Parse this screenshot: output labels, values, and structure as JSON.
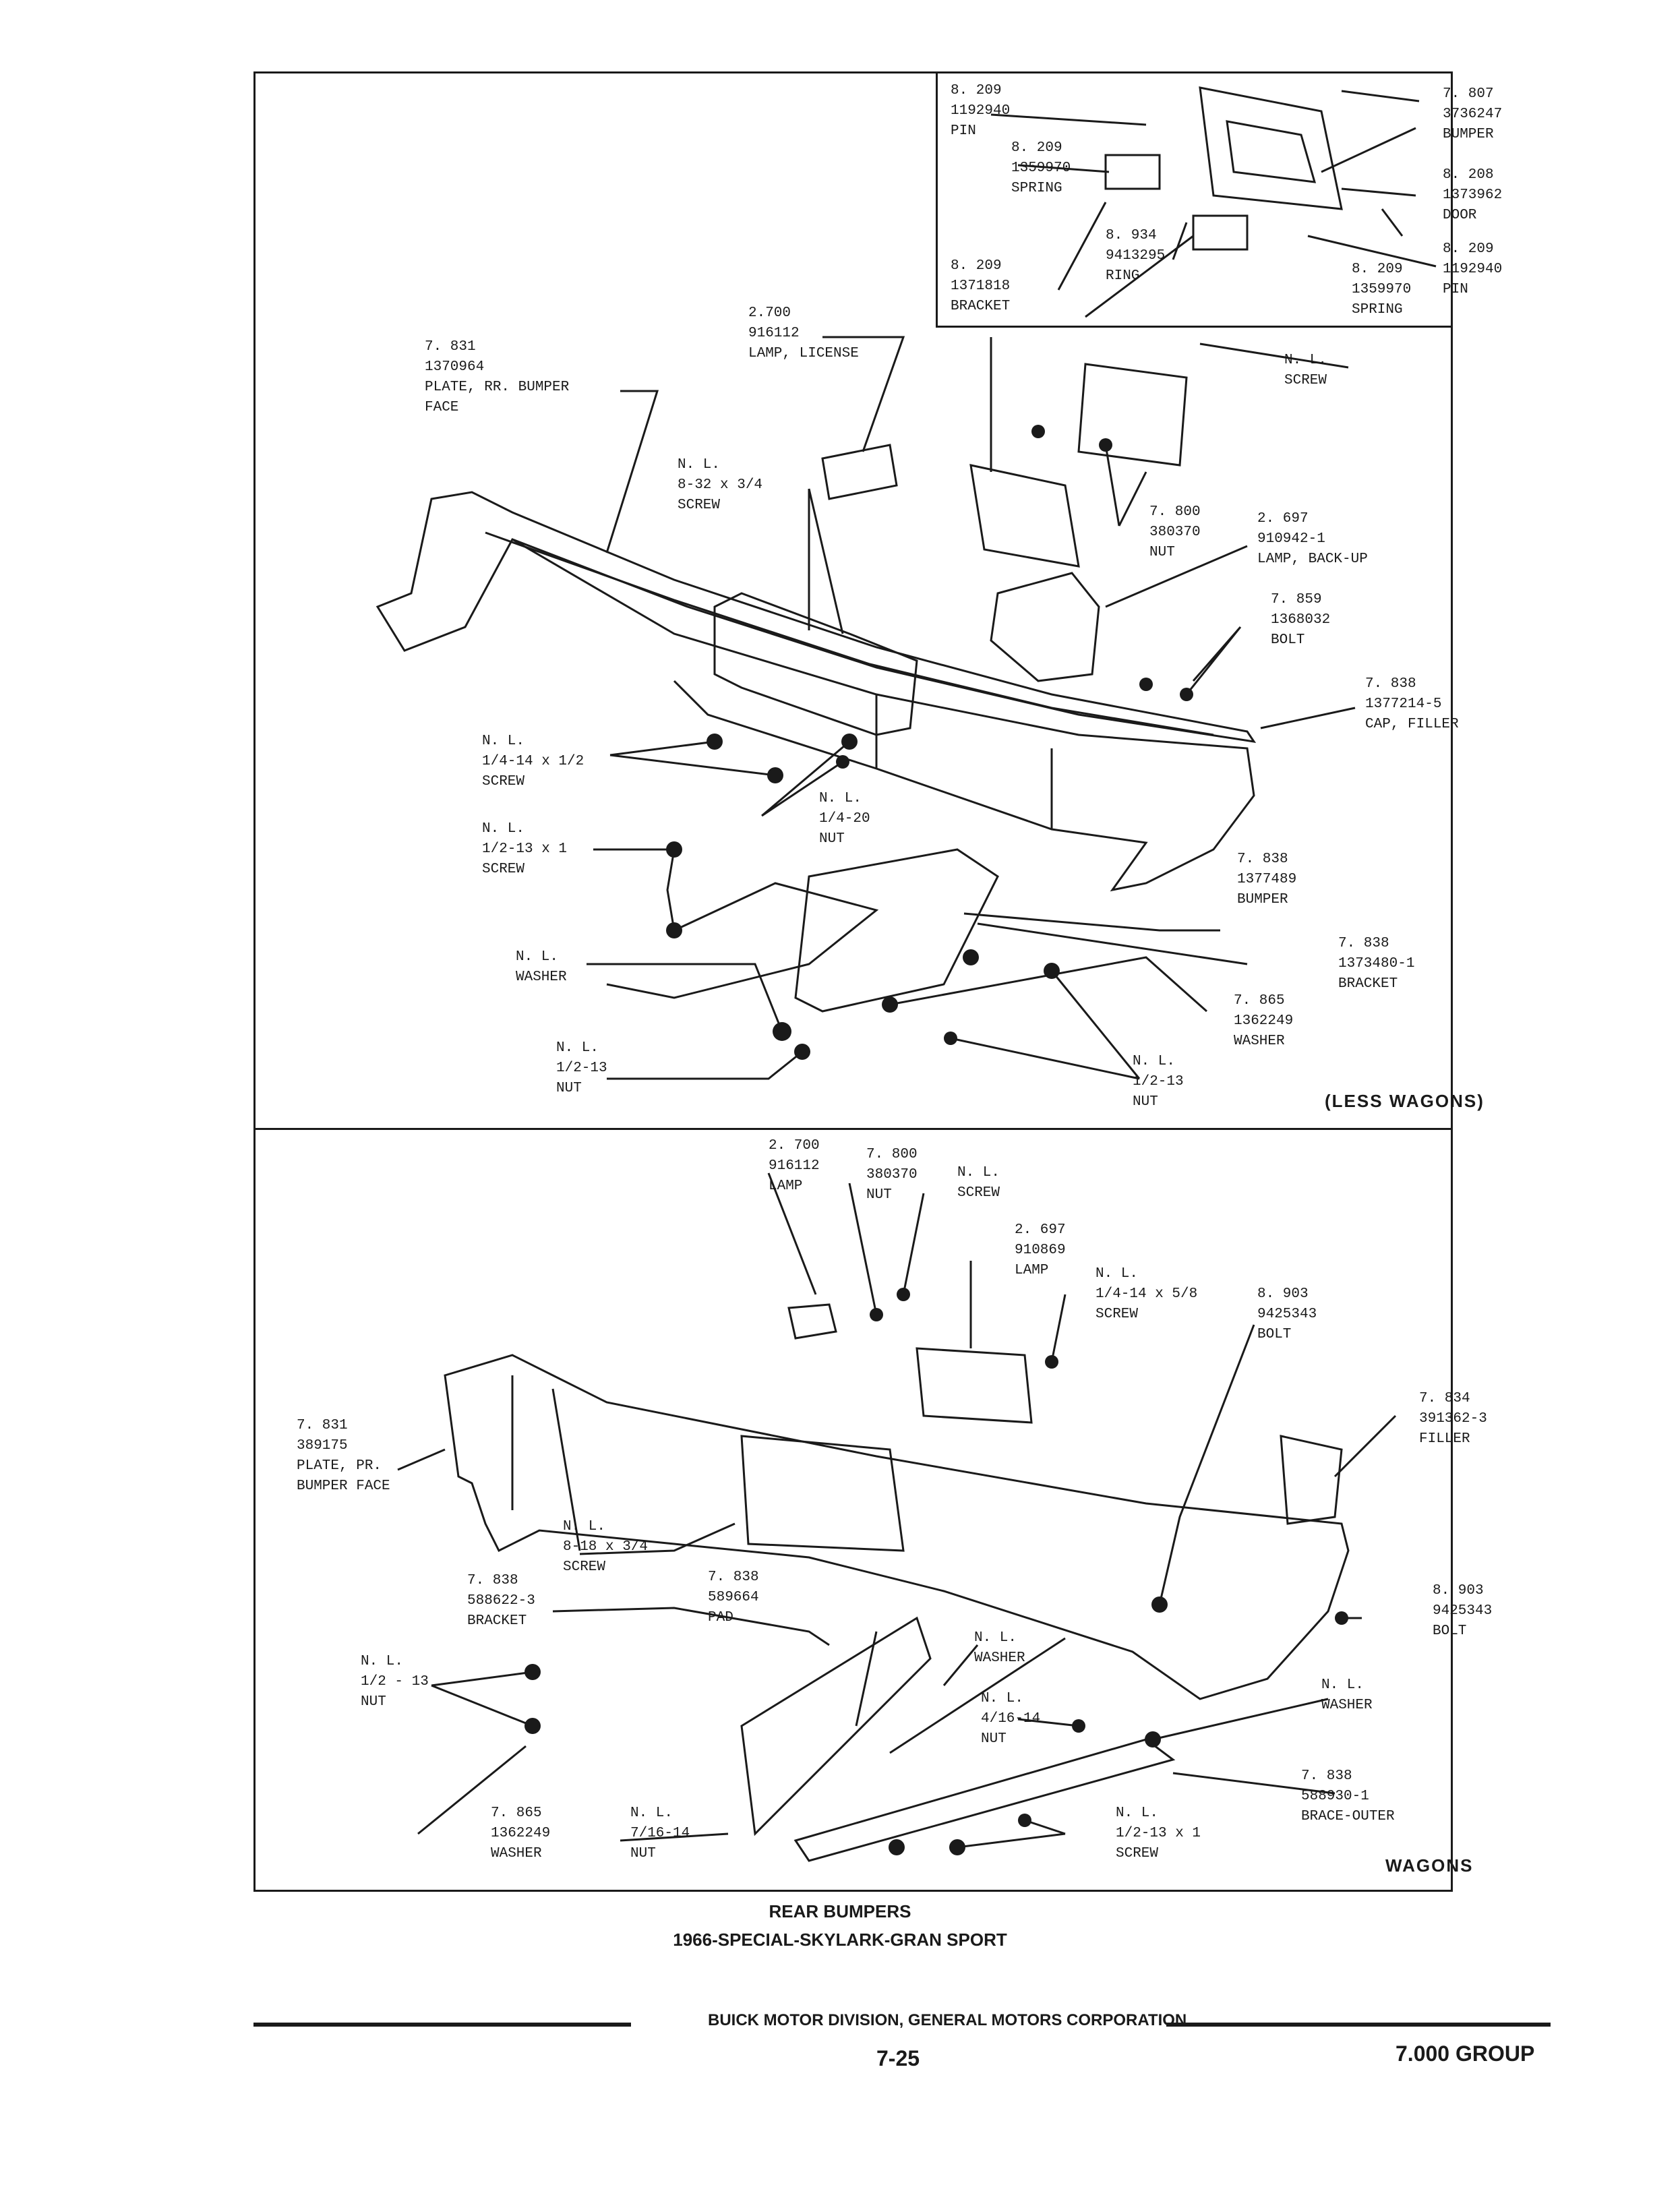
{
  "top_panel": {
    "variant": "(LESS WAGONS)",
    "labels": [
      {
        "lines": [
          "8. 209",
          "1192940",
          "PIN"
        ]
      },
      {
        "lines": [
          "8. 209",
          "1359970",
          "SPRING"
        ]
      },
      {
        "lines": [
          "8. 209",
          "1371818",
          "BRACKET"
        ]
      },
      {
        "lines": [
          "8. 934",
          "9413295",
          "RING"
        ]
      },
      {
        "lines": [
          "8. 209",
          "1359970",
          "SPRING"
        ]
      },
      {
        "lines": [
          "8. 209",
          "1192940",
          "PIN"
        ]
      },
      {
        "lines": [
          "8. 208",
          "1373962",
          "DOOR"
        ]
      },
      {
        "lines": [
          "7. 807",
          "3736247",
          "BUMPER"
        ]
      },
      {
        "lines": [
          "2.700",
          "916112",
          "LAMP, LICENSE"
        ]
      },
      {
        "lines": [
          "N. L.",
          "SCREW"
        ]
      },
      {
        "lines": [
          "7. 831",
          "1370964",
          "PLATE, RR. BUMPER",
          "FACE"
        ]
      },
      {
        "lines": [
          "N. L.",
          "8-32 x 3/4",
          "SCREW"
        ]
      },
      {
        "lines": [
          "7. 800",
          "380370",
          "NUT"
        ]
      },
      {
        "lines": [
          "2. 697",
          "910942-1",
          "LAMP, BACK-UP"
        ]
      },
      {
        "lines": [
          "7. 859",
          "1368032",
          "BOLT"
        ]
      },
      {
        "lines": [
          "7. 838",
          "1377214-5",
          "CAP, FILLER"
        ]
      },
      {
        "lines": [
          "N. L.",
          "1/4-14 x 1/2",
          "SCREW"
        ]
      },
      {
        "lines": [
          "N. L.",
          "1/4-20",
          "NUT"
        ]
      },
      {
        "lines": [
          "N. L.",
          "1/2-13 x 1",
          "SCREW"
        ]
      },
      {
        "lines": [
          "7. 838",
          "1377489",
          "BUMPER"
        ]
      },
      {
        "lines": [
          "7. 838",
          "1373480-1",
          "BRACKET"
        ]
      },
      {
        "lines": [
          "N. L.",
          "WASHER"
        ]
      },
      {
        "lines": [
          "7. 865",
          "1362249",
          "WASHER"
        ]
      },
      {
        "lines": [
          "N. L.",
          "1/2-13",
          "NUT"
        ]
      },
      {
        "lines": [
          "N. L.",
          "1/2-13",
          "NUT"
        ]
      }
    ]
  },
  "bottom_panel": {
    "variant": "WAGONS",
    "labels": [
      {
        "lines": [
          "2. 700",
          "916112",
          "LAMP"
        ]
      },
      {
        "lines": [
          "7. 800",
          "380370",
          "NUT"
        ]
      },
      {
        "lines": [
          "N. L.",
          "SCREW"
        ]
      },
      {
        "lines": [
          "2. 697",
          "910869",
          "LAMP"
        ]
      },
      {
        "lines": [
          "N. L.",
          "1/4-14 x 5/8",
          "SCREW"
        ]
      },
      {
        "lines": [
          "8. 903",
          "9425343",
          "BOLT"
        ]
      },
      {
        "lines": [
          "7. 834",
          "391362-3",
          "FILLER"
        ]
      },
      {
        "lines": [
          "7. 831",
          "389175",
          "PLATE, PR.",
          "BUMPER FACE"
        ]
      },
      {
        "lines": [
          "N. L.",
          "8-18 x 3/4",
          "SCREW"
        ]
      },
      {
        "lines": [
          "7. 838",
          "588622-3",
          "BRACKET"
        ]
      },
      {
        "lines": [
          "7. 838",
          "589664",
          "PAD"
        ]
      },
      {
        "lines": [
          "N. L.",
          "WASHER"
        ]
      },
      {
        "lines": [
          "8. 903",
          "9425343",
          "BOLT"
        ]
      },
      {
        "lines": [
          "N. L.",
          "1/2 - 13",
          "NUT"
        ]
      },
      {
        "lines": [
          "N. L.",
          "4/16-14",
          "NUT"
        ]
      },
      {
        "lines": [
          "N. L.",
          "WASHER"
        ]
      },
      {
        "lines": [
          "7. 838",
          "588930-1",
          "BRACE-OUTER"
        ]
      },
      {
        "lines": [
          "7. 865",
          "1362249",
          "WASHER"
        ]
      },
      {
        "lines": [
          "N. L.",
          "7/16-14",
          "NUT"
        ]
      },
      {
        "lines": [
          "N. L.",
          "1/2-13 x 1",
          "SCREW"
        ]
      }
    ]
  },
  "caption": {
    "line1": "REAR BUMPERS",
    "line2": "1966-SPECIAL-SKYLARK-GRAN SPORT"
  },
  "footer": {
    "division": "BUICK MOTOR DIVISION, GENERAL MOTORS CORPORATION",
    "page": "7-25",
    "group": "7.000 GROUP"
  }
}
